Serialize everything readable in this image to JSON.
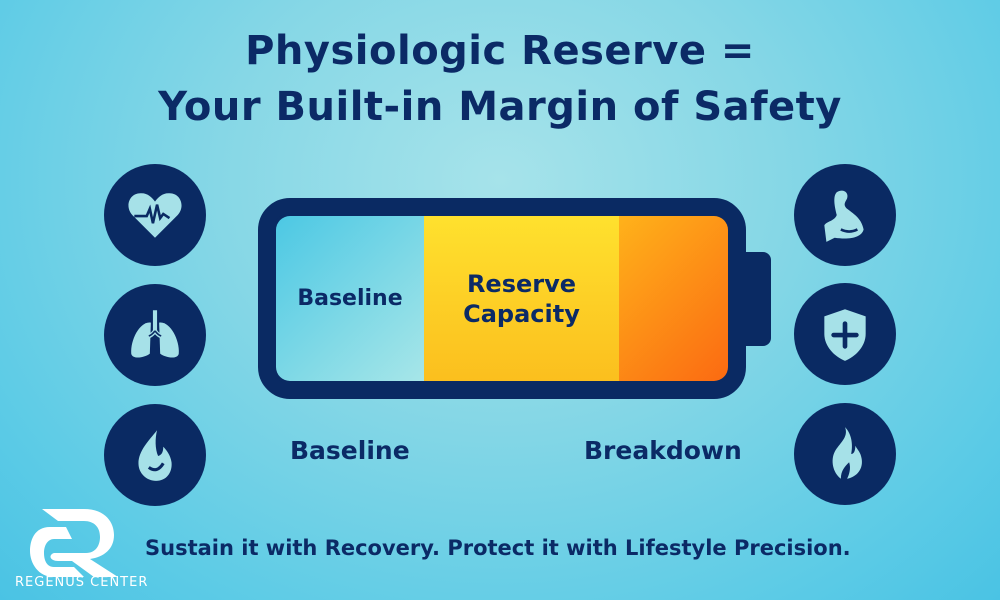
{
  "title": {
    "line1": "Physiologic Reserve =",
    "line2": "Your Built-in Margin of Safety"
  },
  "battery": {
    "segments": [
      {
        "label": "Baseline",
        "color_from": "#4cc8e4",
        "color_to": "#a7e6e8"
      },
      {
        "label": "Reserve Capacity",
        "color_from": "#ffe12e",
        "color_to": "#fbbf1e"
      },
      {
        "label": "",
        "color_from": "#ffb21a",
        "color_to": "#fb6a12"
      }
    ]
  },
  "labels": {
    "left": "Baseline",
    "right": "Breakdown"
  },
  "icons": {
    "left": [
      "heart-pulse-icon",
      "lungs-icon",
      "flame-drop-icon"
    ],
    "right": [
      "flexed-arm-icon",
      "shield-plus-icon",
      "fire-icon"
    ]
  },
  "tagline": "Sustain it with Recovery. Protect it with Lifestyle Precision.",
  "brand": {
    "name": "REGENUS CENTER"
  },
  "colors": {
    "navy": "#0a2a63",
    "icon_fill": "#a6e1e8"
  }
}
